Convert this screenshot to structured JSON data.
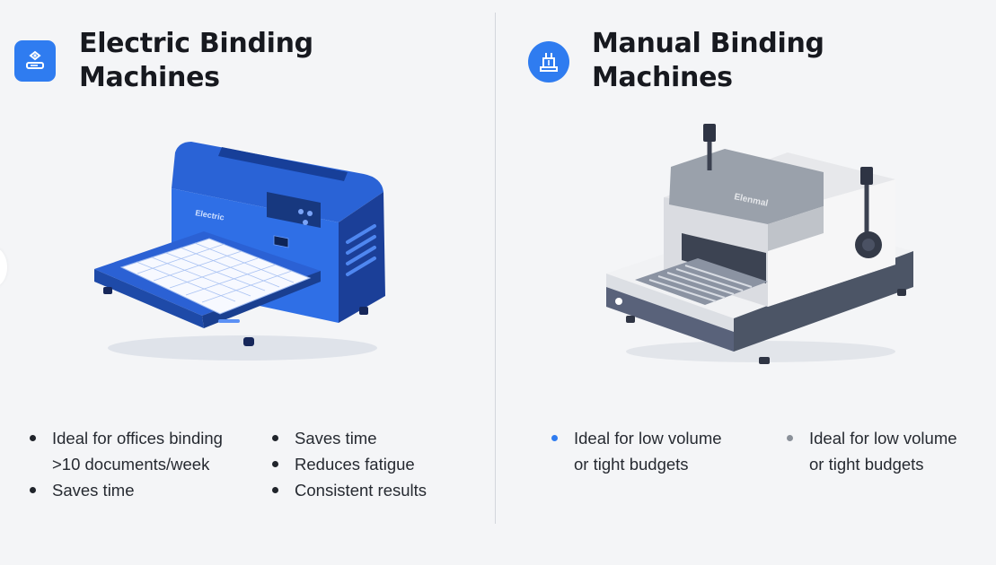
{
  "electric": {
    "icon": "binding-document-icon",
    "title_line1": "Electric Binding",
    "title_line2": "Machines",
    "machine_label": "Electric",
    "accent_color": "#2f7cf0",
    "bullets_col1": [
      "Ideal for offices binding",
      ">10 documents/week",
      "Saves time"
    ],
    "bullets_col2": [
      "Saves time",
      "Reduces fatigue",
      "Consistent results"
    ]
  },
  "manual": {
    "icon": "binding-machine-icon",
    "title_line1": "Manual Binding",
    "title_line2": "Machines",
    "machine_label": "Elenmal",
    "accent_color": "#2f7cf0",
    "bullets_col1": [
      "Ideal for low volume",
      "or tight budgets"
    ],
    "bullets_col2": [
      "Ideal for low volume",
      "or tight budgets"
    ]
  }
}
